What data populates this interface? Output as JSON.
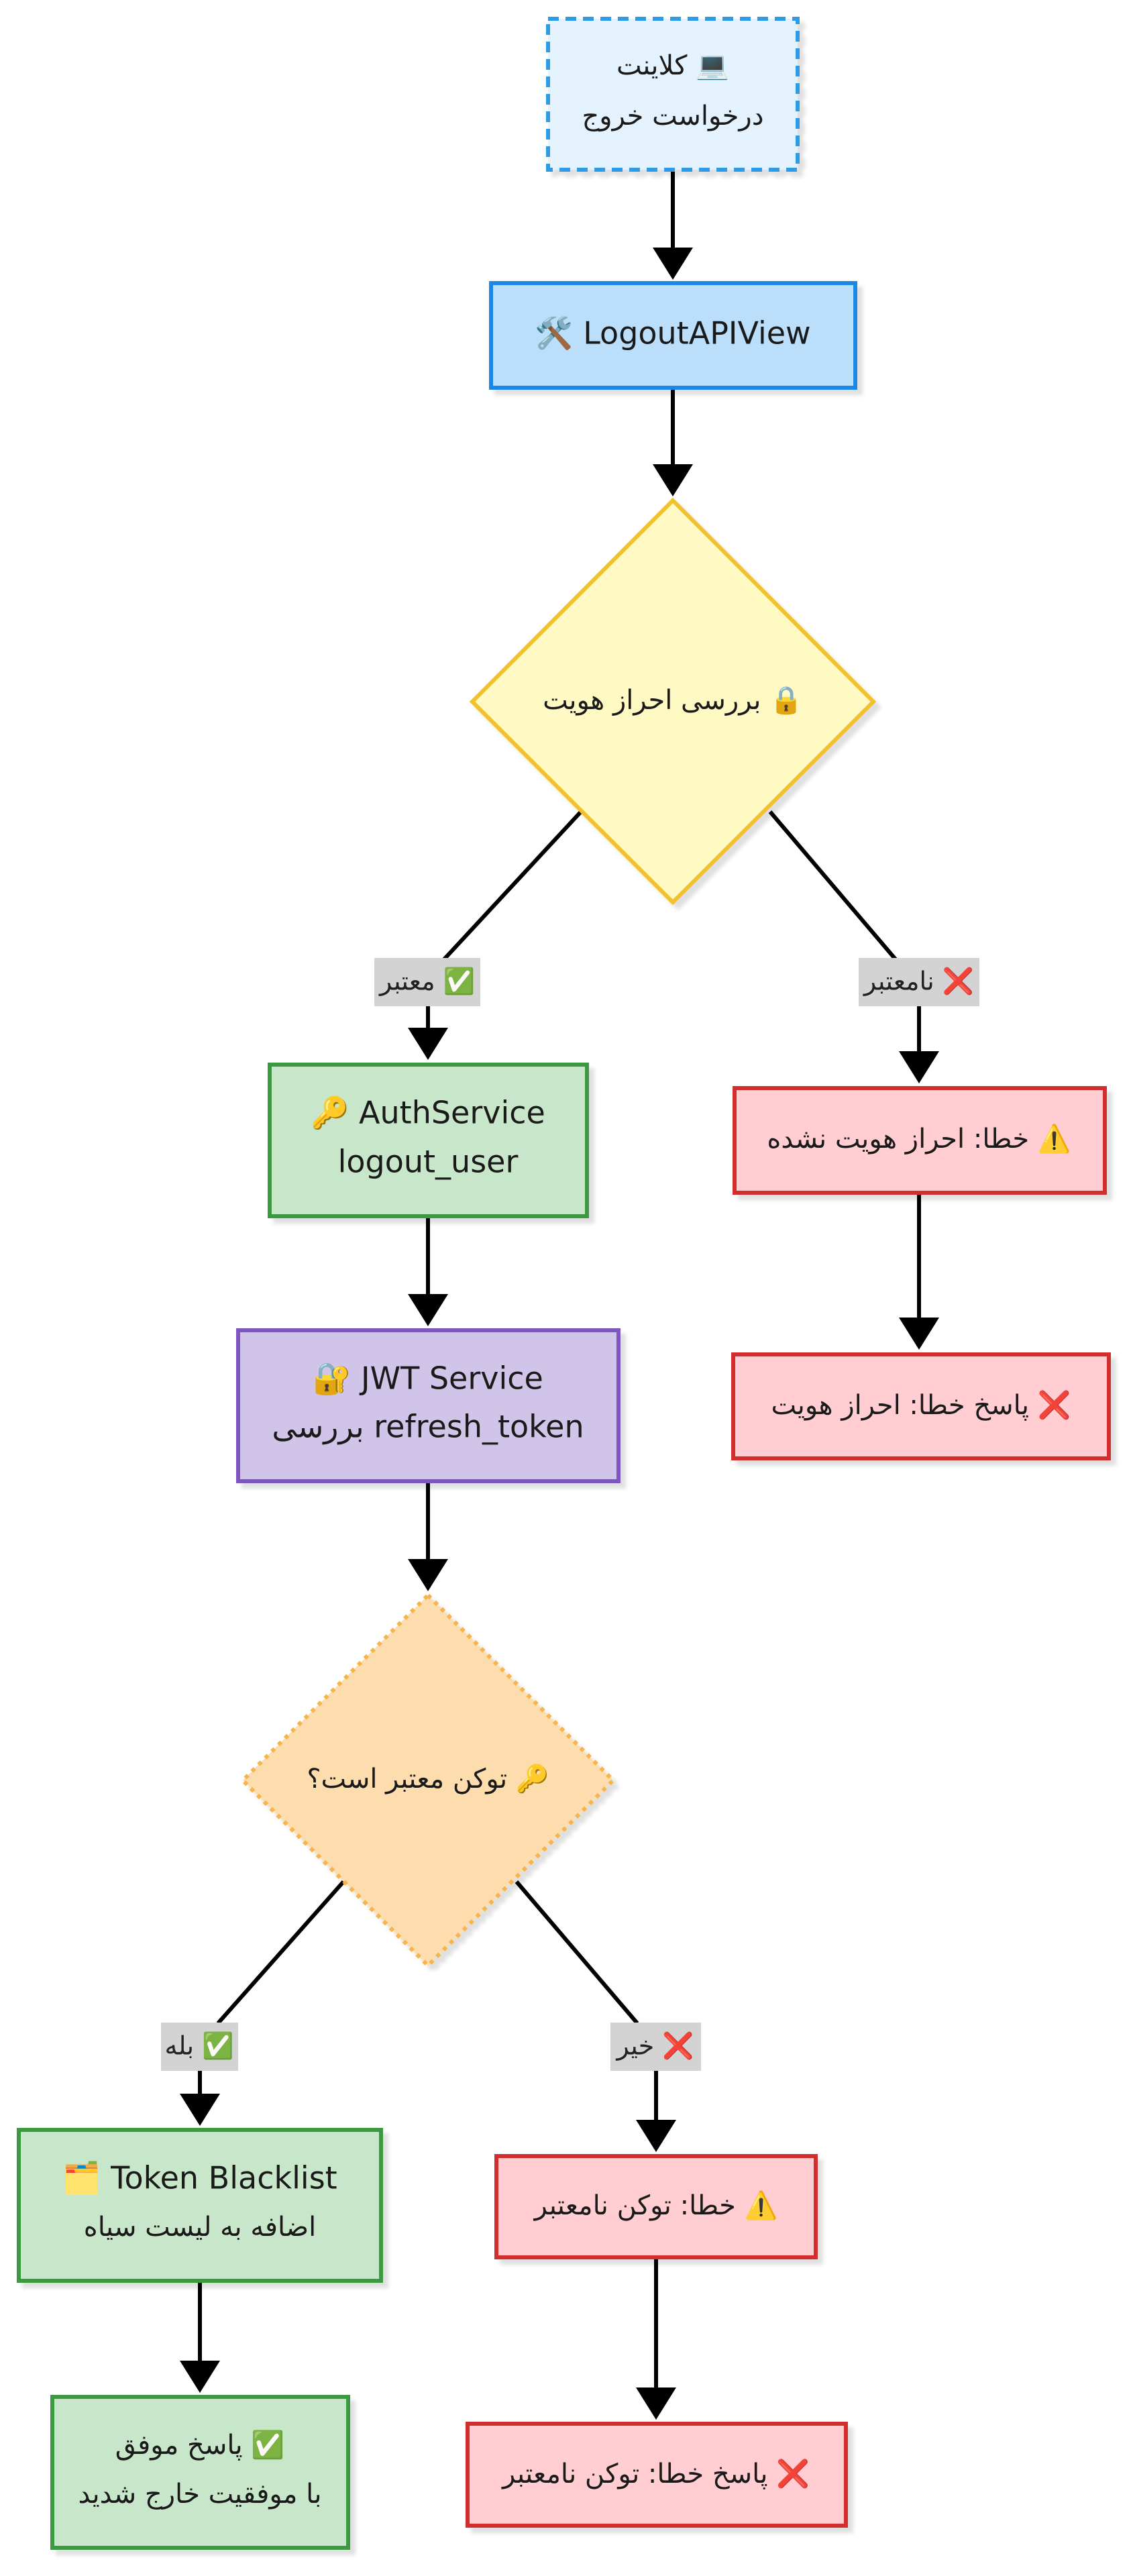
{
  "nodes": {
    "client": {
      "line1": "کلاینت 💻",
      "line2": "درخواست خروج"
    },
    "logout_view": {
      "line1": "🛠️ LogoutAPIView"
    },
    "auth_check": {
      "line1": "بررسی احراز هویت 🔒"
    },
    "auth_service": {
      "line1": "🔑 AuthService",
      "line2": "logout_user"
    },
    "auth_error": {
      "line1": "خطا: احراز هویت نشده ⚠️"
    },
    "auth_response": {
      "line1": "پاسخ خطا: احراز هویت ❌"
    },
    "jwt_service": {
      "line1": "🔐 JWT Service",
      "line2": "بررسی refresh_token"
    },
    "token_check": {
      "line1": "توکن معتبر است؟ 🔑"
    },
    "blacklist": {
      "line1": "🗂️ Token Blacklist",
      "line2": "اضافه به لیست سیاه"
    },
    "token_error": {
      "line1": "خطا: توکن نامعتبر ⚠️"
    },
    "success": {
      "line1": "پاسخ موفق ✅",
      "line2": "با موفقیت خارج شدید"
    },
    "token_response": {
      "line1": "پاسخ خطا: توکن نامعتبر ❌"
    }
  },
  "edges": {
    "valid": "معتبر ✅",
    "invalid": "نامعتبر ❌",
    "yes": "بله ✅",
    "no": "خیر ❌"
  },
  "colors": {
    "client_fill": "#e3f2fd",
    "client_stroke": "#2e9be6",
    "view_fill": "#bbdefb",
    "view_stroke": "#1e88e5",
    "decision_fill": "#fff9c4",
    "decision_stroke": "#f2c12e",
    "token_decision_fill": "#fddcae",
    "token_decision_stroke": "#f7b44a",
    "success_fill": "#c8e6c9",
    "success_stroke": "#3b9a3f",
    "error_fill": "#ffcdd2",
    "error_stroke": "#d32f2f",
    "jwt_fill": "#d1c4e9",
    "jwt_stroke": "#7e57c2",
    "edge_label_bg": "#d3d3d3"
  }
}
